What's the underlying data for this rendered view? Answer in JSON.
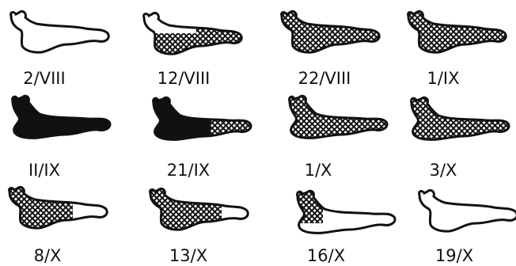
{
  "figure": {
    "panels": [
      {
        "label": "2/VIII",
        "fill": "white",
        "pose": "upright"
      },
      {
        "label": "12/VIII",
        "fill": "white-front-hatched-rear",
        "pose": "upright"
      },
      {
        "label": "22/VIII",
        "fill": "hatched",
        "pose": "upright"
      },
      {
        "label": "1/IX",
        "fill": "hatched",
        "pose": "upright"
      },
      {
        "label": "II/IX",
        "fill": "black",
        "pose": "crouched"
      },
      {
        "label": "21/IX",
        "fill": "black-front-hatched-rear",
        "pose": "crouched"
      },
      {
        "label": "1/X",
        "fill": "hatched",
        "pose": "crouched"
      },
      {
        "label": "3/X",
        "fill": "hatched",
        "pose": "crouched"
      },
      {
        "label": "8/X",
        "fill": "hatched-front-white-rear",
        "pose": "upright"
      },
      {
        "label": "13/X",
        "fill": "hatched-front-white-rear",
        "pose": "upright"
      },
      {
        "label": "16/X",
        "fill": "white-with-hatched-head",
        "pose": "crouched"
      },
      {
        "label": "19/X",
        "fill": "white",
        "pose": "upright"
      }
    ]
  }
}
